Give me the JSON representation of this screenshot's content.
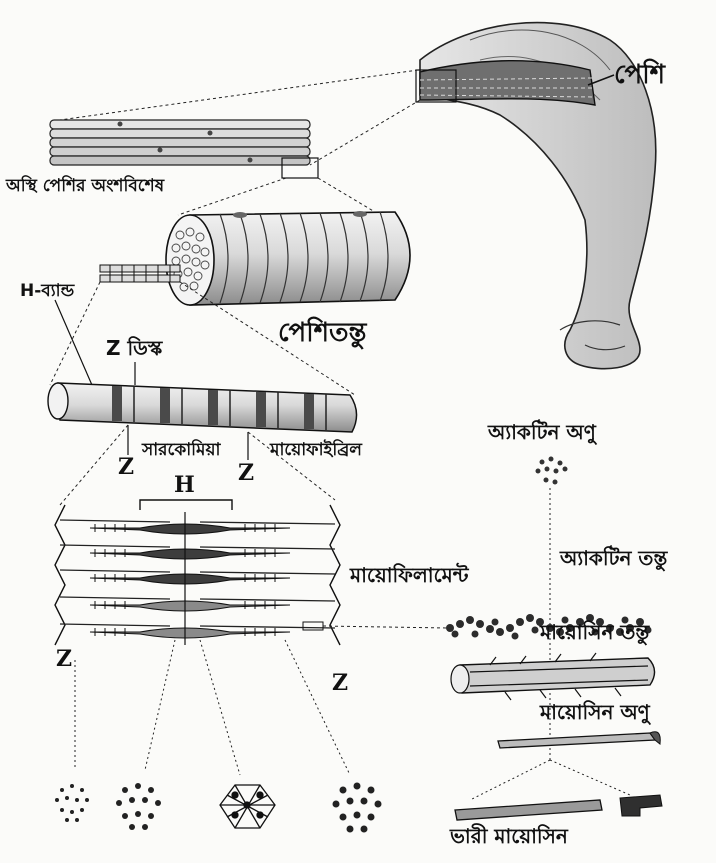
{
  "labels": {
    "muscle": "পেশি",
    "skeletal_muscle_part": "অস্থি পেশির অংশবিশেষ",
    "muscle_fiber": "পেশিতন্তু",
    "h_band": "H-ব্যান্ড",
    "z_disc": "Z ডিস্ক",
    "sarcomere": "সারকোমিয়া",
    "myofibril": "মায়োফাইব্রিল",
    "z_left": "Z",
    "z_right": "Z",
    "h_letter": "H",
    "myofilament": "মায়োফিলামেন্ট",
    "z_bottom_left": "Z",
    "z_bottom_right": "Z",
    "actin_molecule": "অ্যাকটিন অণু",
    "actin_filament": "অ্যাকটিন তন্তু",
    "myosin_filament": "মায়োসিন তন্তু",
    "myosin_molecule": "মায়োসিন অণু",
    "heavy_myosin": "ভারী মায়োসিন"
  },
  "colors": {
    "ink": "#111111",
    "shade": "#7a7a7a",
    "light": "#d8d8d8",
    "paper": "#fbfbf9"
  }
}
